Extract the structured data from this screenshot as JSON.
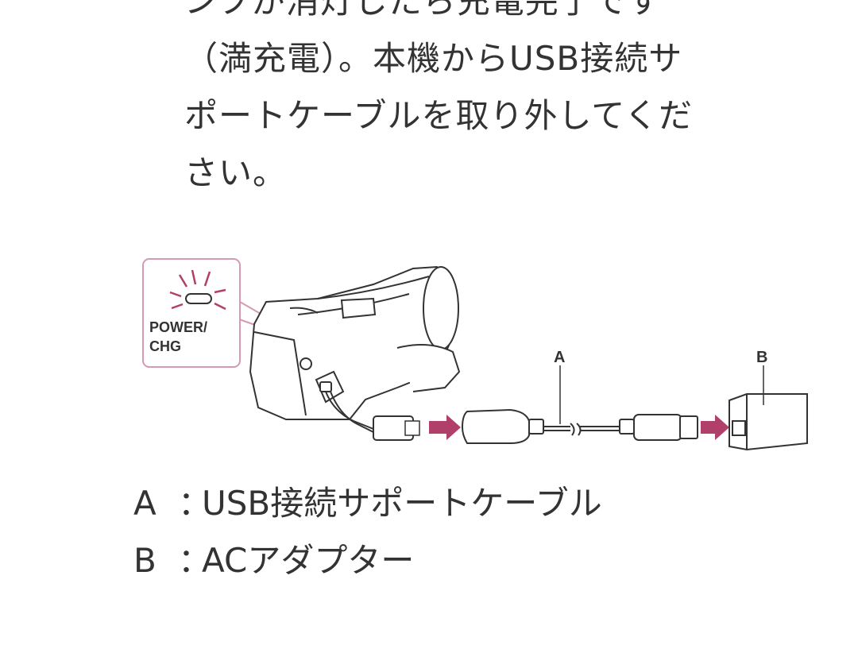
{
  "instruction": {
    "lines": [
      "ンプが消灯したら充電完了です",
      "（満充電）。本機からUSB接続サ",
      "ポートケーブルを取り外してくだ",
      "さい。"
    ]
  },
  "figure": {
    "lamp_label_line1": "POWER/",
    "lamp_label_line2": "CHG",
    "callout_a": "A",
    "callout_b": "B",
    "accent_color": "#b0406a",
    "callout_border_color": "#d49ab5"
  },
  "legend": [
    {
      "key": "A",
      "sep": "：",
      "text": "USB接続サポートケーブル"
    },
    {
      "key": "B",
      "sep": "：",
      "text": "ACアダプター"
    }
  ]
}
